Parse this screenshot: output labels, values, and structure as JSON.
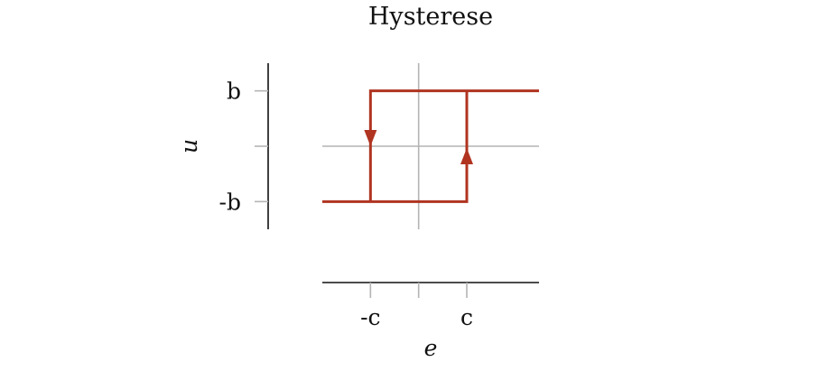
{
  "chart_data": {
    "type": "line",
    "title": "Hysterese",
    "xlabel": "e",
    "ylabel": "u",
    "xlim": [
      -2,
      2.5
    ],
    "ylim": [
      -1.5,
      1.5
    ],
    "x_ticks": [
      {
        "value": -1,
        "label": "-c"
      },
      {
        "value": 0,
        "label": ""
      },
      {
        "value": 1,
        "label": "c"
      }
    ],
    "y_ticks": [
      {
        "value": 1,
        "label": "b"
      },
      {
        "value": 0,
        "label": ""
      },
      {
        "value": -1,
        "label": "-b"
      }
    ],
    "grid": "zero-lines",
    "line_color": "#b03420",
    "grid_color": "#b4b4b4",
    "series": [
      {
        "x": [
          -2,
          -1,
          1,
          1,
          2.5,
          -1,
          -1,
          -2
        ],
        "y": [
          -1,
          -1,
          -1,
          1,
          1,
          1,
          -1,
          -1
        ],
        "path": [
          [
            -2,
            -1
          ],
          [
            1,
            -1
          ],
          [
            1,
            1
          ],
          [
            2.5,
            1
          ],
          [
            -1,
            1
          ],
          [
            -1,
            -1
          ]
        ]
      }
    ],
    "arrows": [
      {
        "x": -1,
        "y": 0,
        "direction": "down"
      },
      {
        "x": 1,
        "y": 0,
        "direction": "up"
      }
    ]
  }
}
